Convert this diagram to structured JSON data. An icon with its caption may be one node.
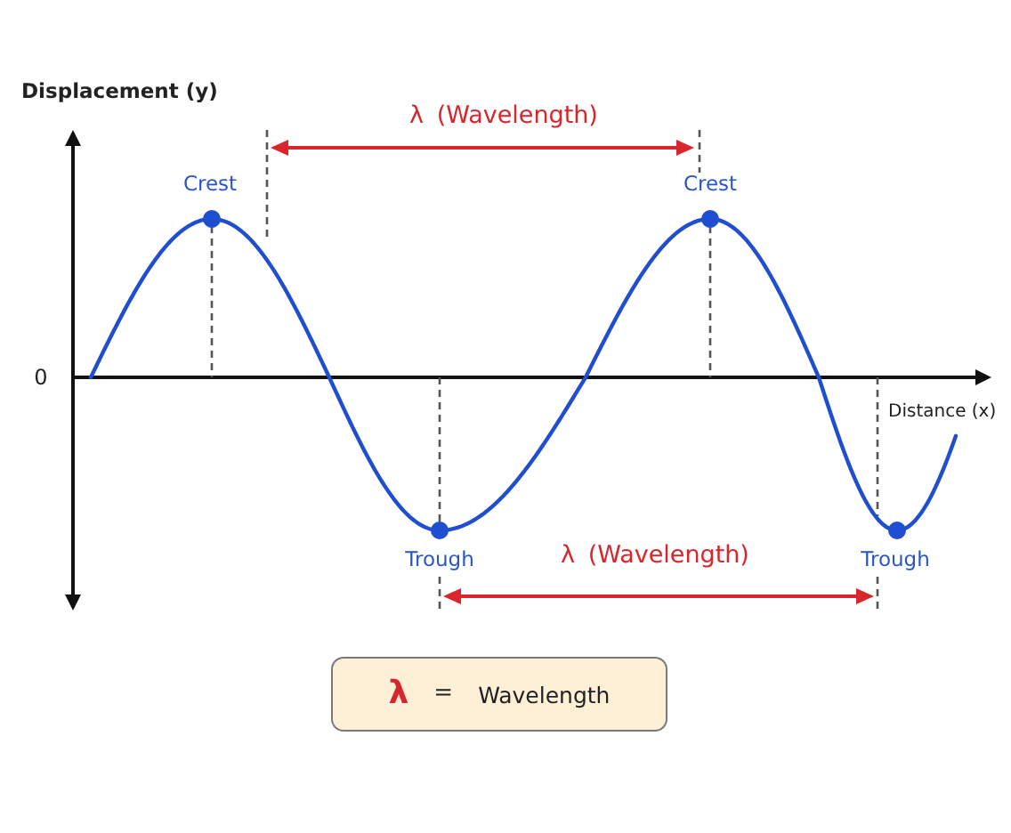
{
  "diagram": {
    "nodes": [
      {
        "text": [
          "λ",
          "=",
          "Wavelength"
        ]
      }
    ],
    "labels": [
      "Displacement (y)",
      "λ (Wavelength)",
      "Crest",
      "Crest",
      "0",
      "Distance (x)",
      "Trough",
      "λ (Wavelength)",
      "Trough"
    ]
  }
}
